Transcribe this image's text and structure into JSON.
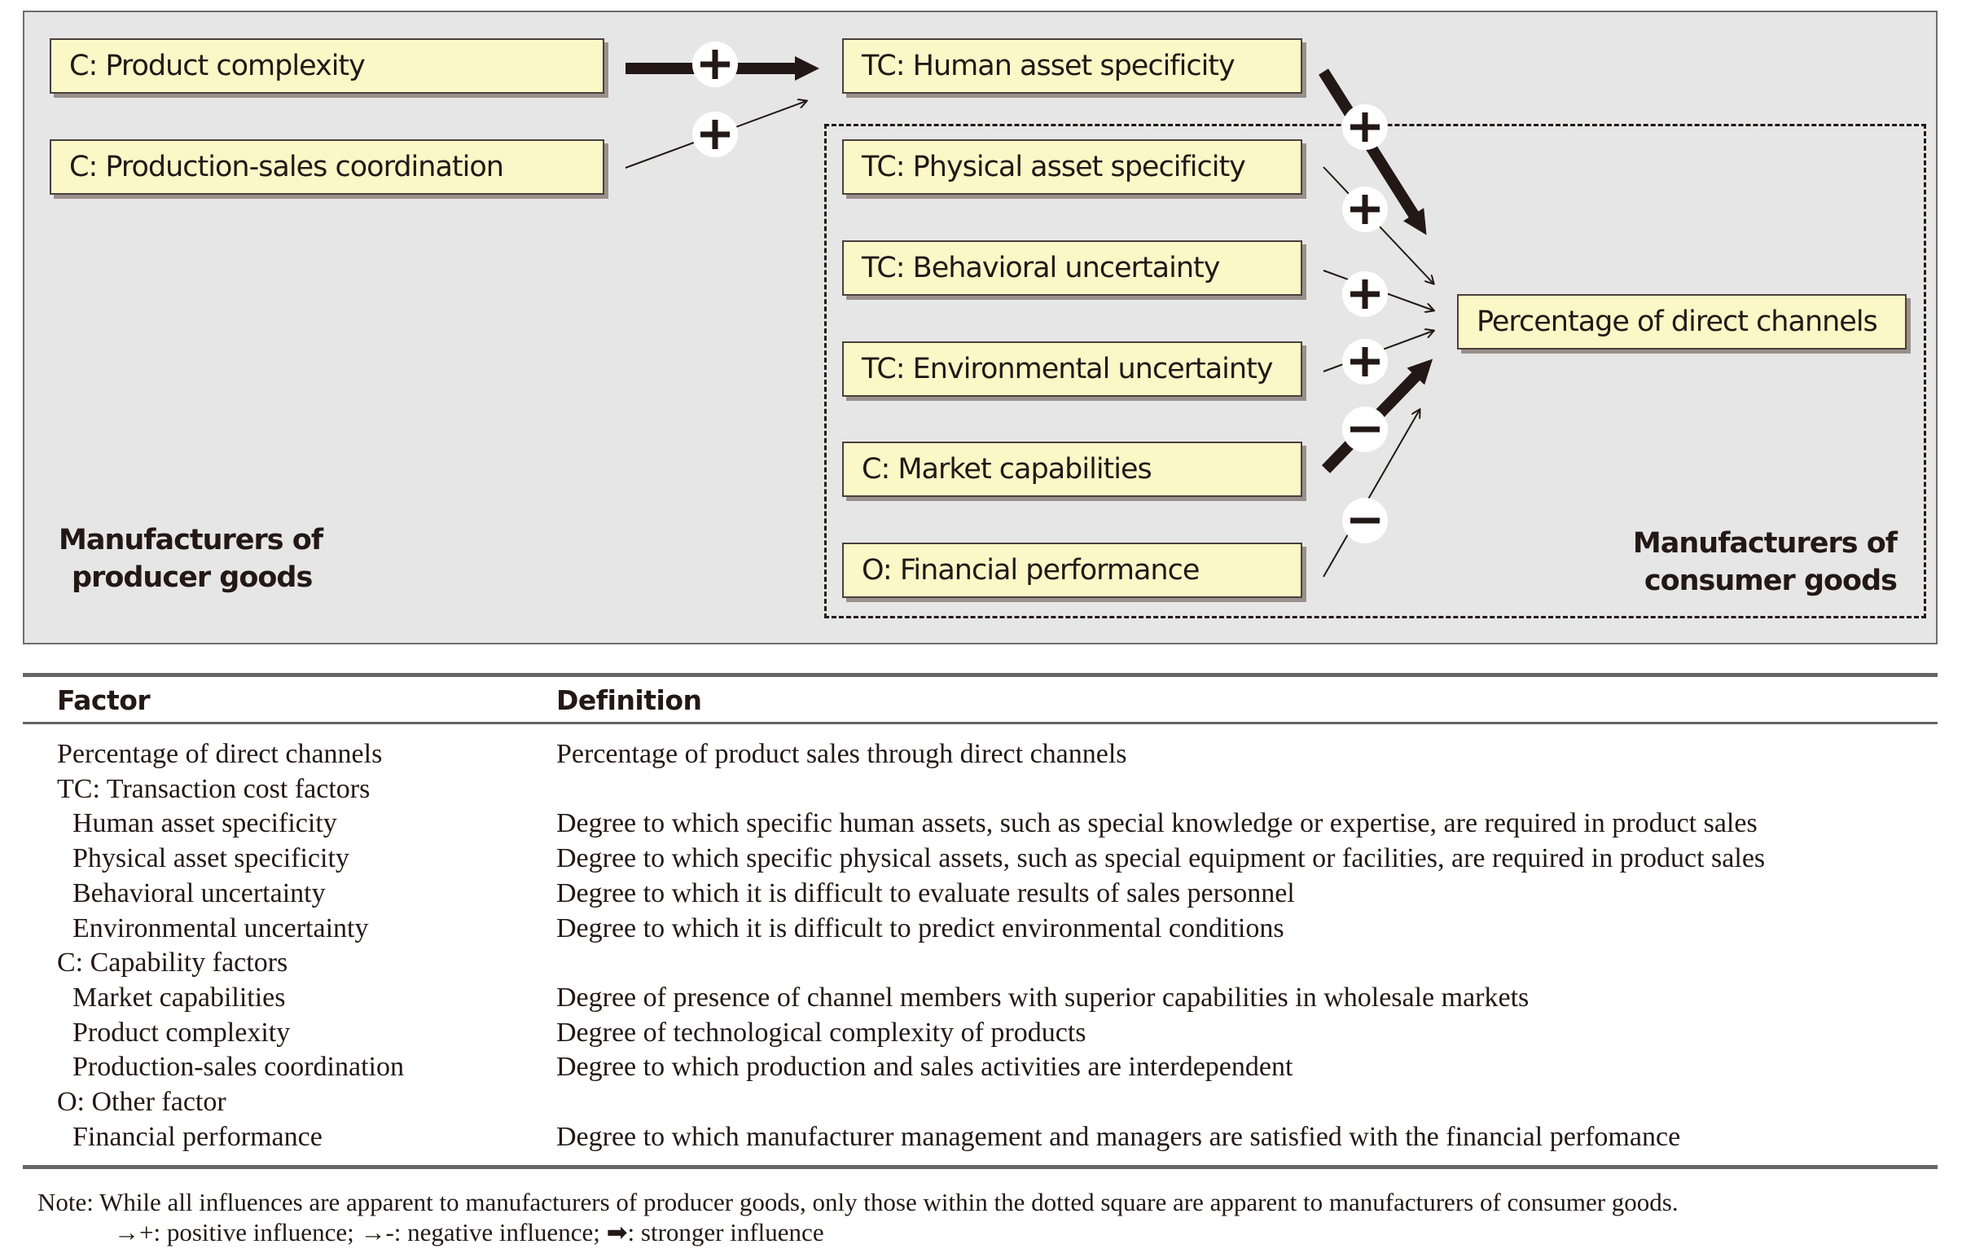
{
  "diagram": {
    "boxes": {
      "product_complexity": "C: Product  complexity",
      "production_sales": "C: Production-sales coordination",
      "human_asset": "TC: Human asset specificity",
      "physical_asset": "TC: Physical asset specificity",
      "behavioral": "TC: Behavioral uncertainty",
      "environmental": "TC: Environmental uncertainty",
      "market_capabilities": "C: Market capabilities",
      "financial_performance": "O: Financial performance",
      "direct_channels": "Percentage of direct channels"
    },
    "groups": {
      "producer_line1": "Manufacturers of",
      "producer_line2": "producer goods",
      "consumer_line1": "Manufacturers of",
      "consumer_line2": "consumer goods"
    },
    "influences": [
      {
        "from": "C: Product  complexity",
        "to": "TC: Human asset specificity",
        "sign": "+",
        "strength": "stronger"
      },
      {
        "from": "C: Production-sales coordination",
        "to": "TC: Human asset specificity",
        "sign": "+",
        "strength": "normal"
      },
      {
        "from": "TC: Human asset specificity",
        "to": "Percentage of direct channels",
        "sign": "+",
        "strength": "stronger"
      },
      {
        "from": "TC: Physical asset specificity",
        "to": "Percentage of direct channels",
        "sign": "+",
        "strength": "normal"
      },
      {
        "from": "TC: Behavioral uncertainty",
        "to": "Percentage of direct channels",
        "sign": "+",
        "strength": "normal"
      },
      {
        "from": "TC: Environmental uncertainty",
        "to": "Percentage of direct channels",
        "sign": "+",
        "strength": "normal"
      },
      {
        "from": "C: Market capabilities",
        "to": "Percentage of direct channels",
        "sign": "−",
        "strength": "stronger"
      },
      {
        "from": "O: Financial performance",
        "to": "Percentage of direct channels",
        "sign": "−",
        "strength": "normal"
      }
    ]
  },
  "table": {
    "headers": [
      "Factor",
      "Definition"
    ],
    "rows": [
      {
        "factor": "Percentage of direct channels",
        "definition": "Percentage of product sales through direct channels",
        "indent": false
      },
      {
        "factor": "TC: Transaction cost factors",
        "definition": "",
        "indent": false
      },
      {
        "factor": "Human asset specificity",
        "definition": "Degree to which specific human assets, such as special knowledge or expertise, are required in product sales",
        "indent": true
      },
      {
        "factor": "Physical asset specificity",
        "definition": "Degree to which specific physical assets, such as special equipment or facilities, are required in product sales",
        "indent": true
      },
      {
        "factor": "Behavioral uncertainty",
        "definition": "Degree to which it is difficult to evaluate results of sales personnel",
        "indent": true
      },
      {
        "factor": "Environmental uncertainty",
        "definition": "Degree to which it is difficult to predict environmental conditions",
        "indent": true
      },
      {
        "factor": "C: Capability factors",
        "definition": "",
        "indent": false
      },
      {
        "factor": "Market capabilities",
        "definition": "Degree of presence of channel members with superior capabilities in wholesale markets",
        "indent": true
      },
      {
        "factor": "Product complexity",
        "definition": "Degree of technological complexity of products",
        "indent": true
      },
      {
        "factor": "Production-sales coordination",
        "definition": "Degree to which production and sales activities are interdependent",
        "indent": true
      },
      {
        "factor": "O: Other factor",
        "definition": "",
        "indent": false
      },
      {
        "factor": "Financial performance",
        "definition": "Degree to which manufacturer management and managers are satisfied with the financial perfomance",
        "indent": true
      }
    ]
  },
  "note": {
    "line1": "Note: While all influences are apparent to manufacturers of producer goods, only those within the dotted square are apparent to manufacturers of consumer goods.",
    "line2": "→+: positive influence; →-: negative influence; ➡: stronger influence"
  }
}
